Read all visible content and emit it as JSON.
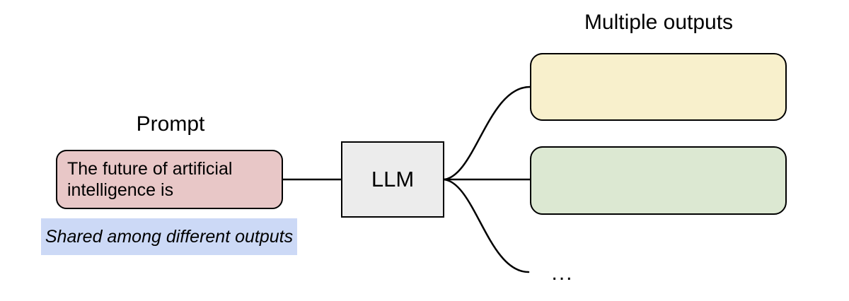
{
  "canvas": {
    "background": "#ffffff"
  },
  "colors": {
    "prompt_fill": "#e8c7c7",
    "llm_fill": "#ececec",
    "output_top_fill": "#f8f0cc",
    "output_bottom_fill": "#dce8d2",
    "caption_highlight": "#ccd9f6",
    "stroke": "#000000"
  },
  "prompt": {
    "title": "Prompt",
    "text": "The future of artificial intelligence is",
    "caption": "Shared among different outputs"
  },
  "llm": {
    "label": "LLM"
  },
  "outputs": {
    "title": "Multiple outputs",
    "more_indicator": "..."
  }
}
